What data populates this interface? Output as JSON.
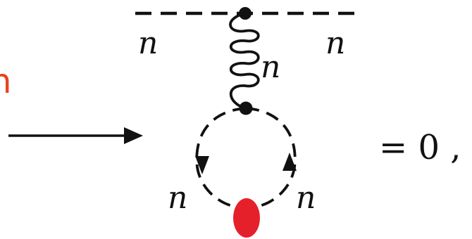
{
  "labels": {
    "side_label": "n",
    "top_left": "n",
    "top_right": "n",
    "gluon": "n",
    "loop_left": "n",
    "loop_right": "n",
    "equals": "= 0 ,"
  },
  "colors": {
    "line": "#111111",
    "side_label": "#e8431c",
    "blob": "#e5202a"
  }
}
